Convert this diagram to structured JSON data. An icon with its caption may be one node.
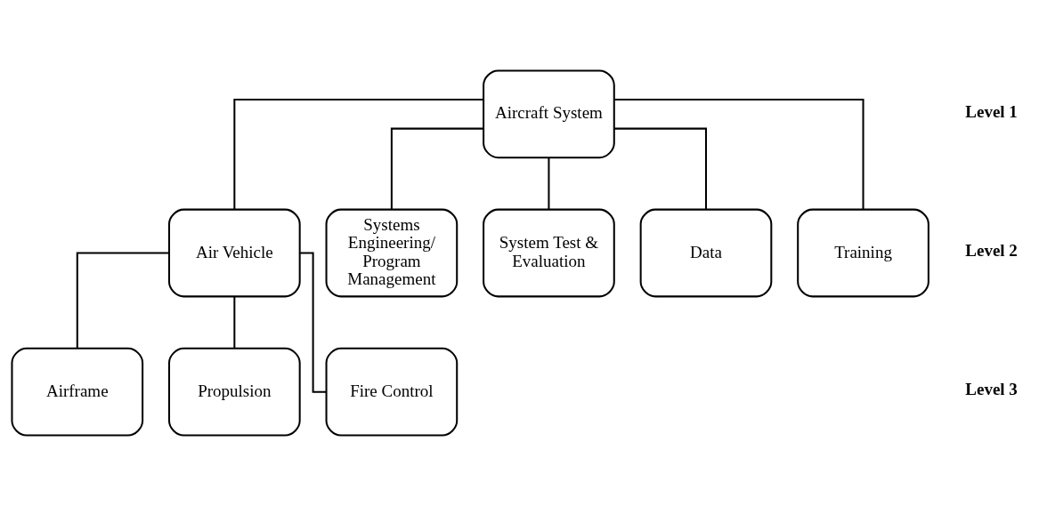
{
  "diagram": {
    "nodes": [
      {
        "text": [
          "Aircraft System"
        ]
      },
      {
        "text": [
          "Air Vehicle"
        ]
      },
      {
        "text": [
          "Systems Engineering/ Program Management"
        ]
      },
      {
        "text": [
          "System Test & Evaluation"
        ]
      },
      {
        "text": [
          "Data"
        ]
      },
      {
        "text": [
          "Training"
        ]
      },
      {
        "text": [
          "Airframe"
        ]
      },
      {
        "text": [
          "Propulsion"
        ]
      },
      {
        "text": [
          "Fire Control"
        ]
      }
    ],
    "edges": [
      {
        "from": 0,
        "to": 1,
        "arrow": "none"
      },
      {
        "from": 0,
        "to": 2,
        "arrow": "none"
      },
      {
        "from": 0,
        "to": 3,
        "arrow": "none"
      },
      {
        "from": 0,
        "to": 4,
        "arrow": "none"
      },
      {
        "from": 0,
        "to": 5,
        "arrow": "none"
      },
      {
        "from": 1,
        "to": 6,
        "arrow": "none"
      },
      {
        "from": 1,
        "to": 7,
        "arrow": "none"
      },
      {
        "from": 1,
        "to": 8,
        "arrow": "none"
      }
    ],
    "labels": [
      "Level 1",
      "Level 2",
      "Level 3"
    ]
  }
}
